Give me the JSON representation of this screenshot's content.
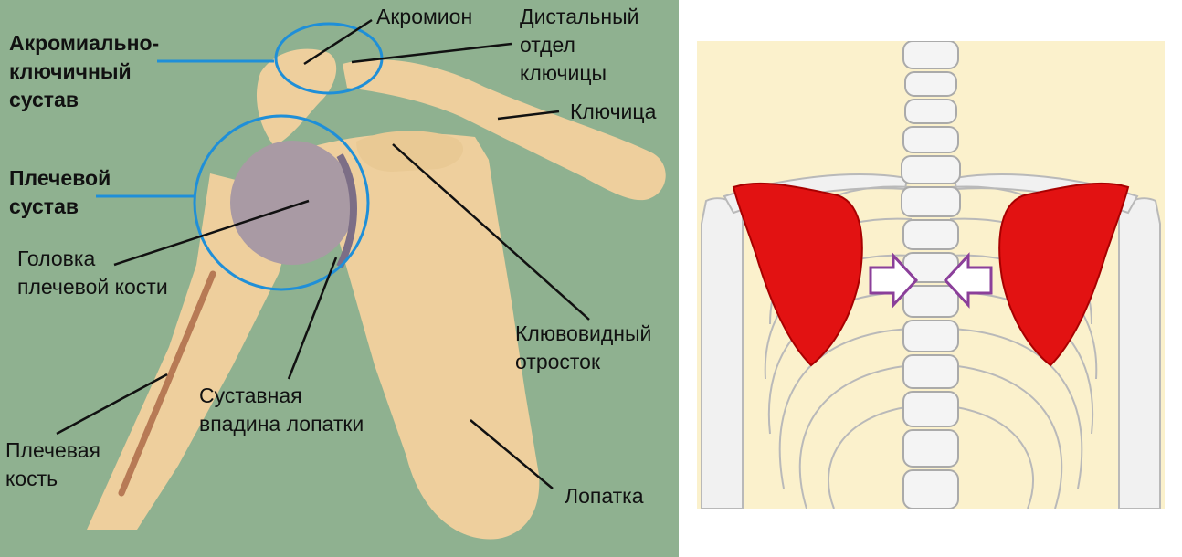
{
  "left_diagram": {
    "labels": {
      "acromioclavicular_joint": "Акромиально-\nключичный\nсустав",
      "acromion": "Акромион",
      "distal_clavicle": "Дистальный\nотдел\nключицы",
      "clavicle": "Ключица",
      "shoulder_joint": "Плечевой\nсустав",
      "humeral_head": "Головка\nплечевой кости",
      "coracoid_process": "Клювовидный\nотросток",
      "glenoid_cavity": "Суставная\nвпадина лопатки",
      "humerus": "Плечевая\nкость",
      "scapula": "Лопатка"
    },
    "colors": {
      "background": "#8fb190",
      "bone": "#eecf9d",
      "humeral_head": "#a99aa4",
      "highlight_circle": "#1f8fd8",
      "leader_line": "#111111"
    }
  },
  "right_illustration": {
    "colors": {
      "background": "#fbf1cc",
      "bone": "#f1f1f1",
      "bone_outline": "#b9b9b9",
      "scapula_muscle": "#e21212",
      "arrow": "#8b3f9a"
    },
    "arrows": [
      "right-arrow",
      "left-arrow"
    ]
  }
}
